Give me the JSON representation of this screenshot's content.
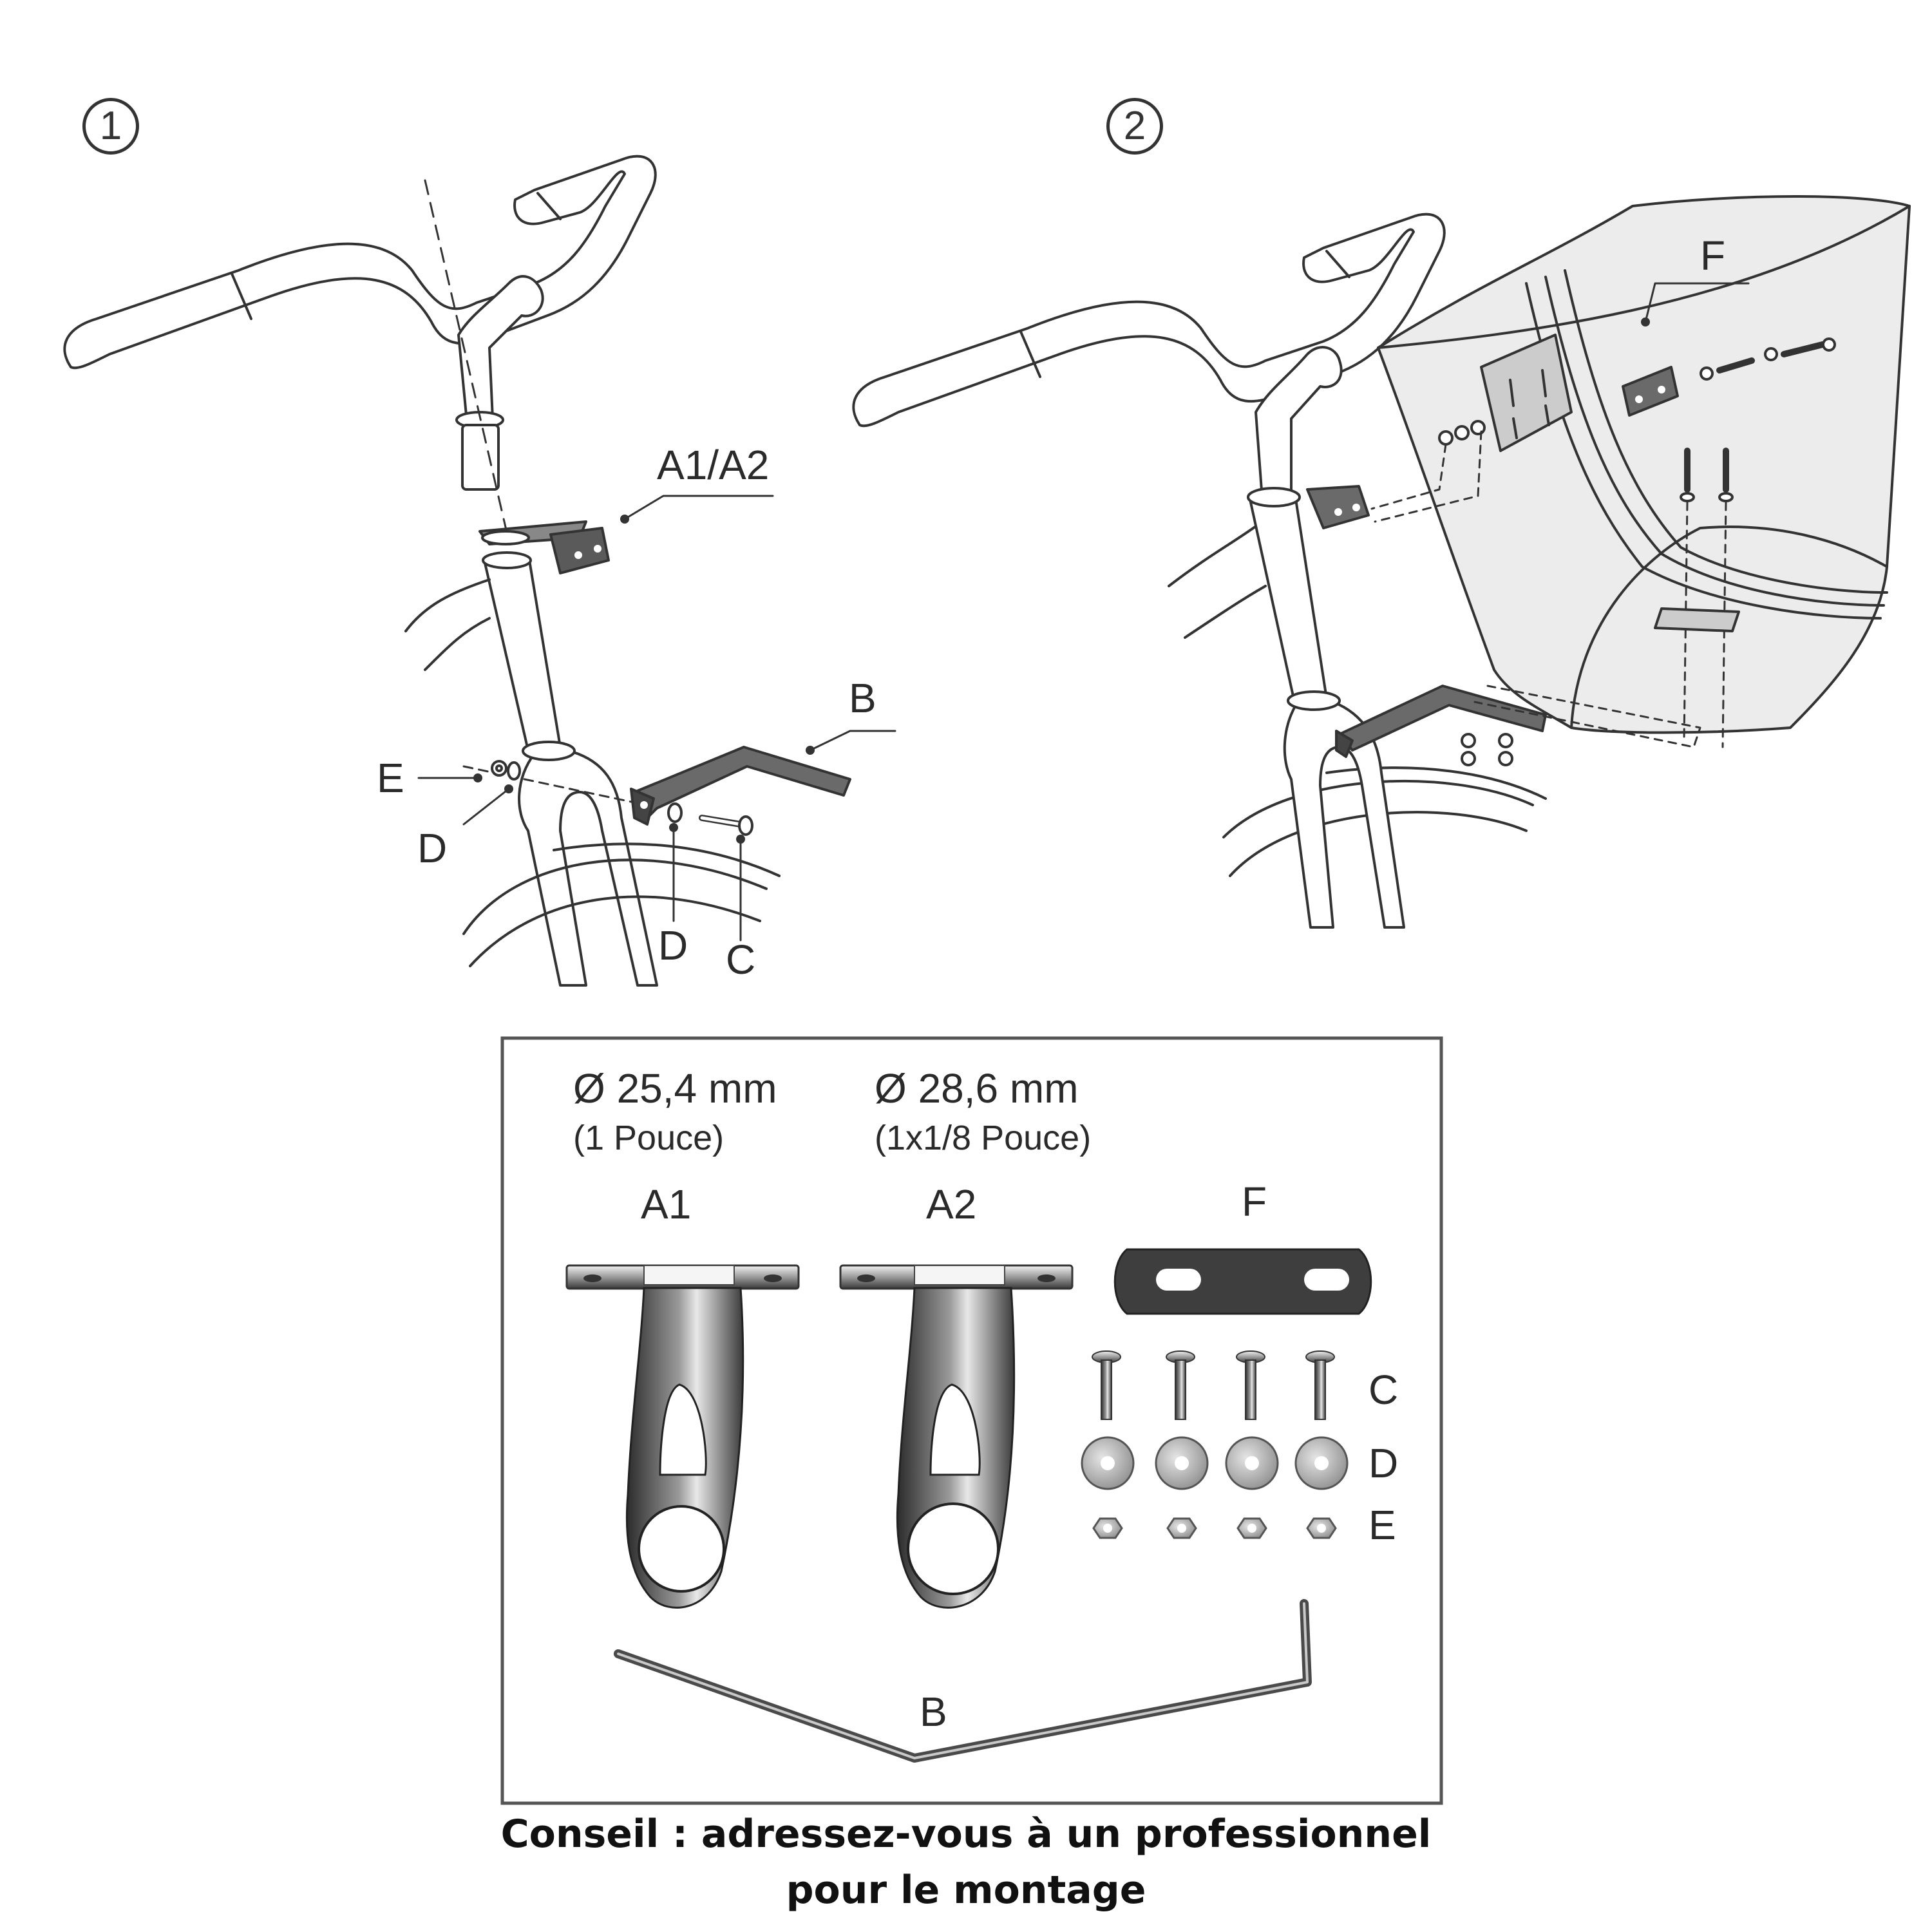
{
  "step1": {
    "number": "1",
    "labels": {
      "a1a2": "A1/A2",
      "b": "B",
      "e": "E",
      "d_left": "D",
      "d_bottom": "D",
      "c": "C"
    }
  },
  "step2": {
    "number": "2",
    "labels": {
      "f": "F"
    }
  },
  "parts_box": {
    "a1": {
      "diameter": "Ø 25,4 mm",
      "inch": "(1 Pouce)",
      "label": "A1"
    },
    "a2": {
      "diameter": "Ø 28,6 mm",
      "inch": "(1x1/8 Pouce)",
      "label": "A2"
    },
    "f_label": "F",
    "c_label": "C",
    "d_label": "D",
    "e_label": "E",
    "b_label": "B"
  },
  "caption": {
    "line1": "Conseil : adressez-vous à un professionnel",
    "line2": "pour le montage"
  },
  "colors": {
    "line": "#333333",
    "metal_dark": "#4a4a4a",
    "metal_light": "#d9d9d9",
    "basket_fill": "#e6e6e6"
  }
}
